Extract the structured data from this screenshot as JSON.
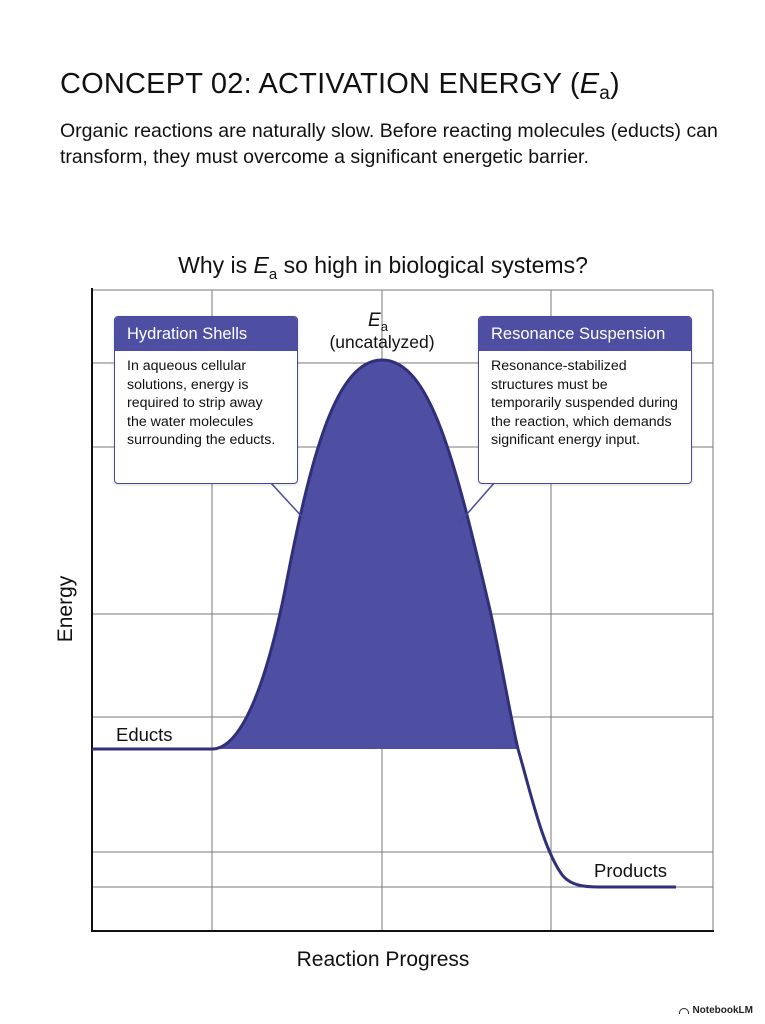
{
  "heading": {
    "title_prefix": "CONCEPT 02: ACTIVATION ENERGY (",
    "title_symbol": "E",
    "title_subscript": "a",
    "title_suffix": ")",
    "intro": "Organic reactions are naturally slow. Before reacting molecules (educts) can transform, they must overcome a significant energetic barrier."
  },
  "diagram": {
    "question_prefix": "Why is ",
    "question_symbol": "E",
    "question_subscript": "a",
    "question_suffix": " so high in biological systems?",
    "peak_symbol": "E",
    "peak_subscript": "a",
    "peak_label": "(uncatalyzed)",
    "educts_label": "Educts",
    "products_label": "Products",
    "y_axis_label": "Energy",
    "x_axis_label": "Reaction Progress",
    "fill_color": "#4e4fa3",
    "curve_color": "#2f2f7a"
  },
  "callouts": {
    "left": {
      "header": "Hydration Shells",
      "body": "In aqueous cellular solutions, energy is required to strip away the water molecules surrounding the educts."
    },
    "right": {
      "header": "Resonance Suspension",
      "body": "Resonance-stabilized structures must be temporarily suspended during the reaction, which demands significant energy input."
    }
  },
  "footer": {
    "brand": "NotebookLM",
    "logo_icon": "notebooklm-logo-icon"
  }
}
